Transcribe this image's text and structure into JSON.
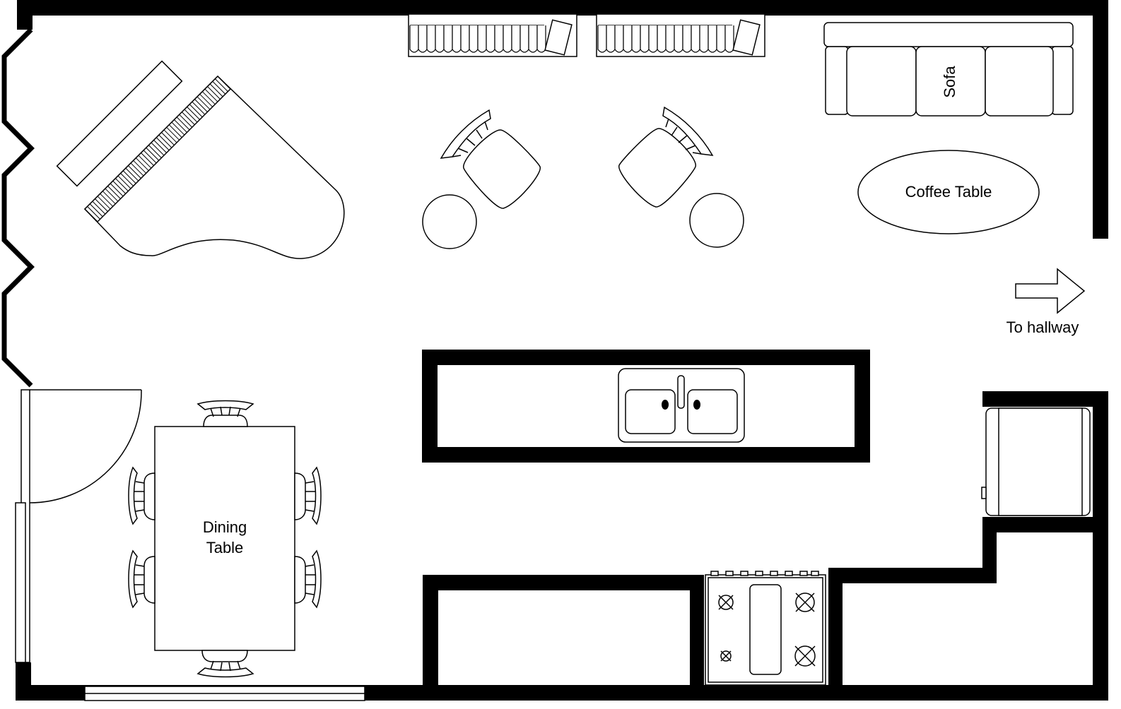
{
  "labels": {
    "sofa": "Sofa",
    "coffee_table": "Coffee Table",
    "to_hallway": "To hallway",
    "dining_line1": "Dining",
    "dining_line2": "Table"
  },
  "colors": {
    "wall": "#000000",
    "line": "#000000",
    "background": "#ffffff"
  },
  "icons": [
    "grand-piano-icon",
    "armchair-icon",
    "side-table-icon",
    "sofa-icon",
    "sink-icon",
    "stove-icon",
    "refrigerator-icon",
    "door-swing-icon",
    "arrow-right-icon",
    "bookshelf-icon",
    "chair-icon"
  ]
}
